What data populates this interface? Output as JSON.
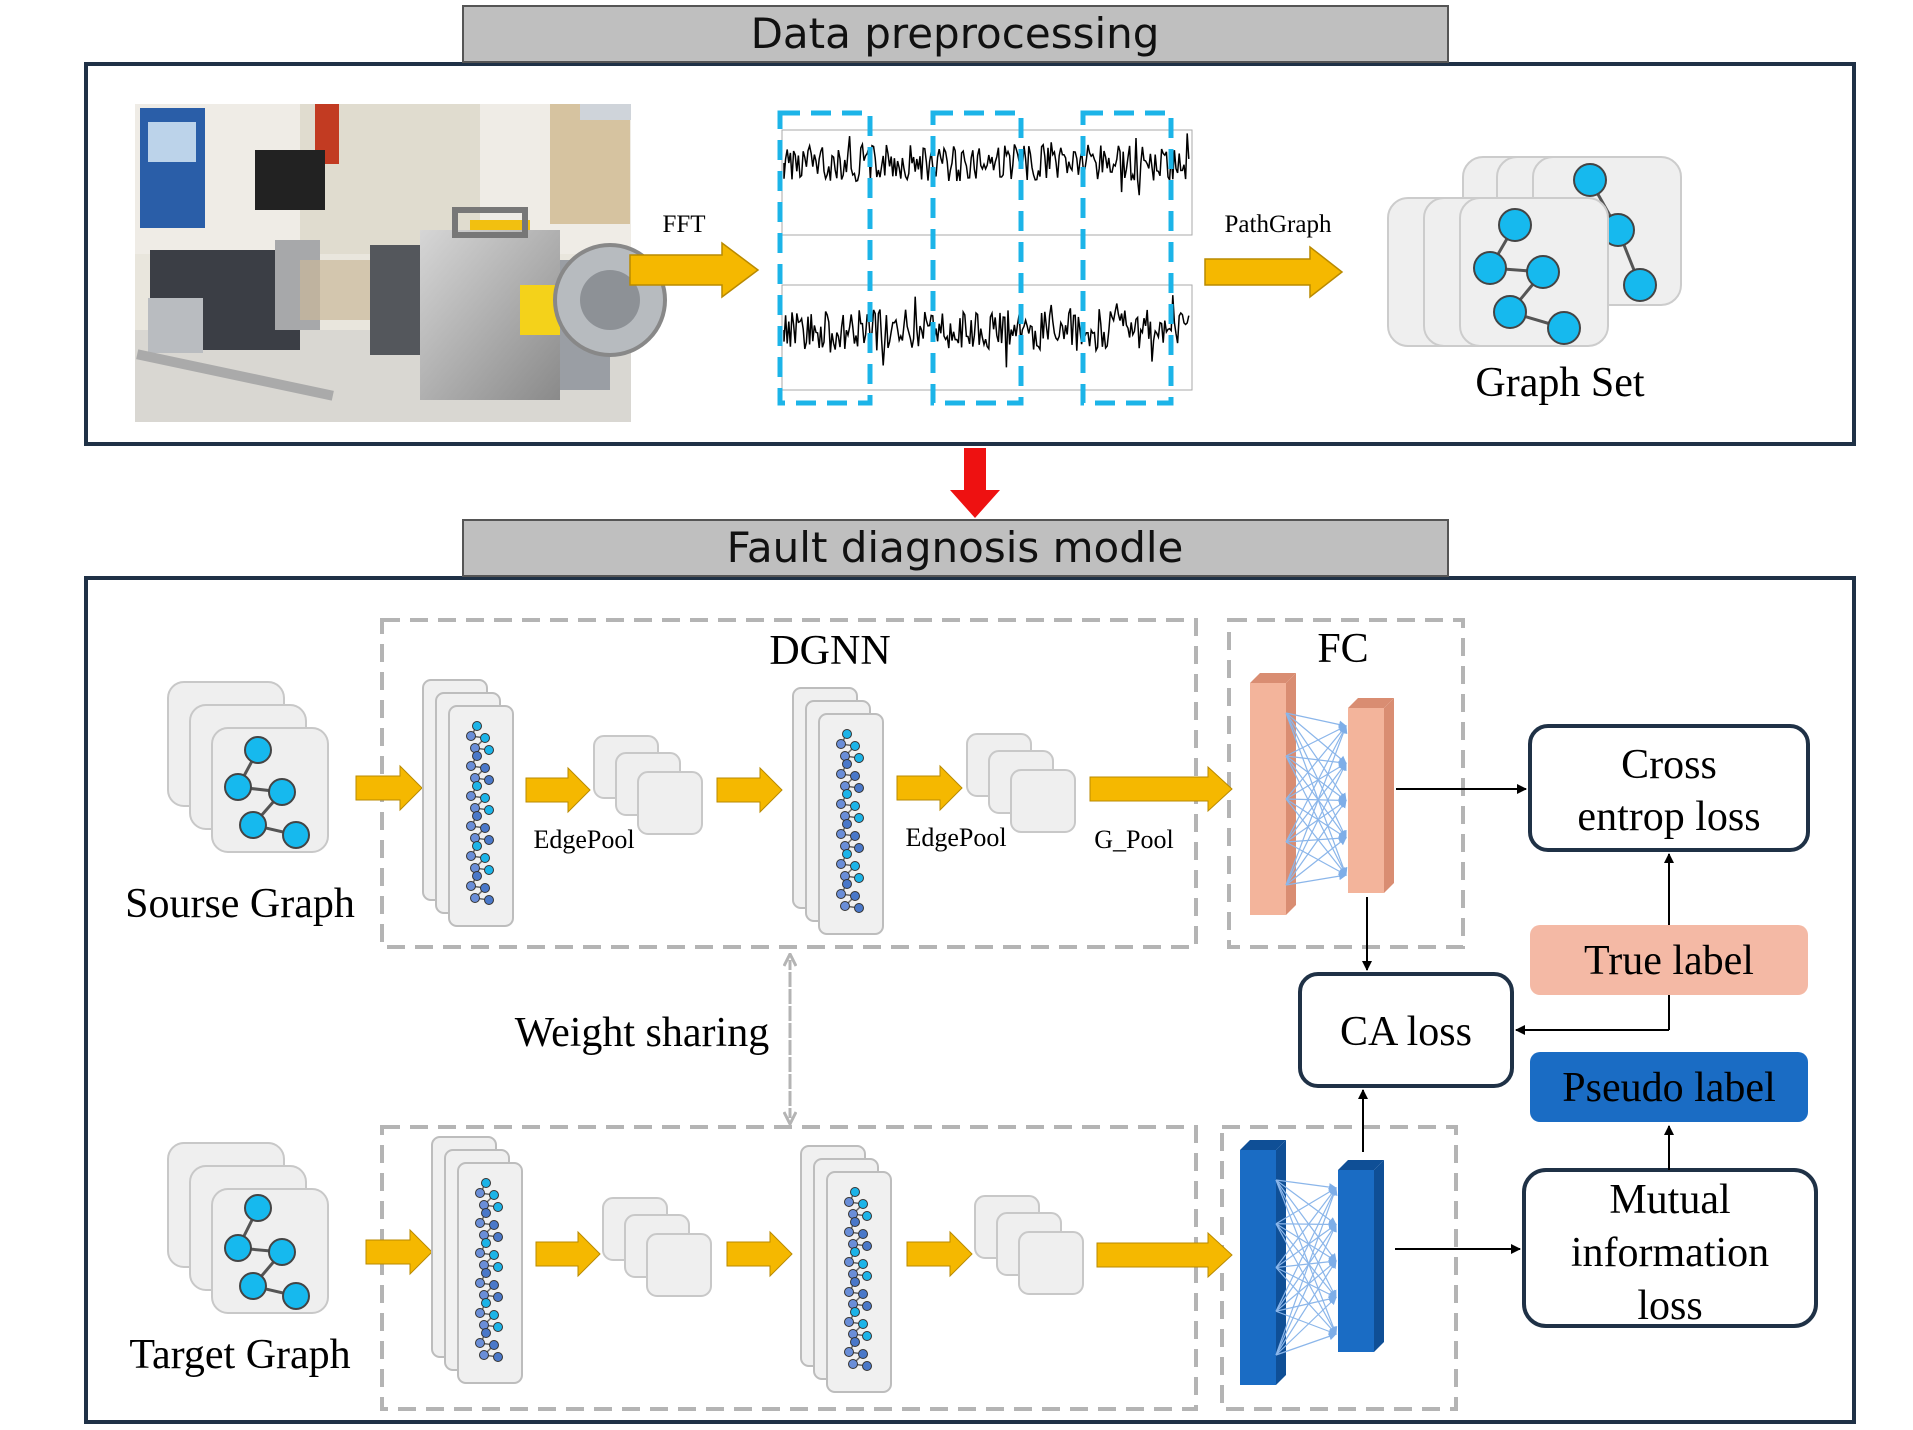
{
  "top_section": {
    "header": "Data preprocessing",
    "fft_label": "FFT",
    "pathgraph_label": "PathGraph",
    "graph_set_label": "Graph Set"
  },
  "bottom_section": {
    "header": "Fault diagnosis modle",
    "dgnn_label": "DGNN",
    "fc_label": "FC",
    "source_graph_label": "Sourse Graph",
    "target_graph_label": "Target Graph",
    "edgepool_1": "EdgePool",
    "edgepool_2": "EdgePool",
    "gpool": "G_Pool",
    "weight_sharing": "Weight sharing",
    "cross_entropy_line1": "Cross",
    "cross_entropy_line2": "entrop loss",
    "true_label": "True label",
    "ca_loss": "CA loss",
    "pseudo_label": "Pseudo label",
    "mutual_line1": "Mutual",
    "mutual_line2": "information",
    "mutual_line3": "loss"
  },
  "colors": {
    "frame": "#1f3146",
    "header_bg": "#bfbfbf",
    "arrow_yellow": "#f5b800",
    "arrow_red": "#ee1111",
    "node_cyan": "#16b9ee",
    "dash_blue": "#1cb4e8",
    "dash_gray": "#b4b4b4",
    "fc_salmon": "#f3b49b",
    "fc_blue": "#1a6cc4",
    "true_label_bg": "#f4b9a5",
    "pseudo_label_bg": "#1a6cc4"
  }
}
